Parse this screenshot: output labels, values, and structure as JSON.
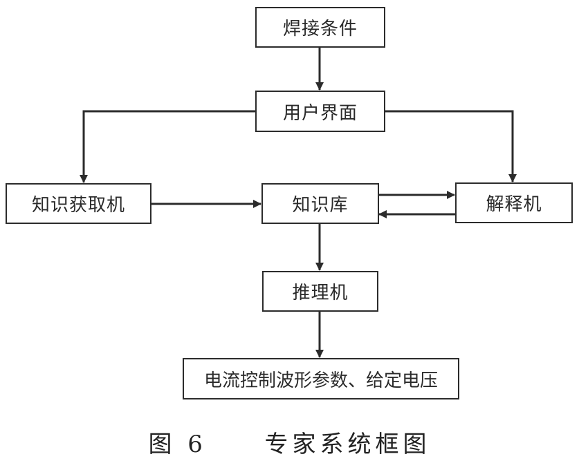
{
  "diagram": {
    "nodes": {
      "welding_conditions": "焊接条件",
      "user_interface": "用户界面",
      "knowledge_acquisition": "知识获取机",
      "knowledge_base": "知识库",
      "explanation_engine": "解释机",
      "inference_engine": "推理机",
      "output": "电流控制波形参数、给定电压"
    },
    "edges": [
      {
        "from": "焊接条件",
        "to": "用户界面"
      },
      {
        "from": "用户界面",
        "to": "知识获取机"
      },
      {
        "from": "用户界面",
        "to": "解释机"
      },
      {
        "from": "知识获取机",
        "to": "知识库"
      },
      {
        "from": "知识库",
        "to": "解释机"
      },
      {
        "from": "解释机",
        "to": "知识库"
      },
      {
        "from": "知识库",
        "to": "推理机"
      },
      {
        "from": "推理机",
        "to": "电流控制波形参数、给定电压"
      }
    ]
  },
  "caption": {
    "figure_number": "图 6",
    "title": "专家系统框图"
  }
}
